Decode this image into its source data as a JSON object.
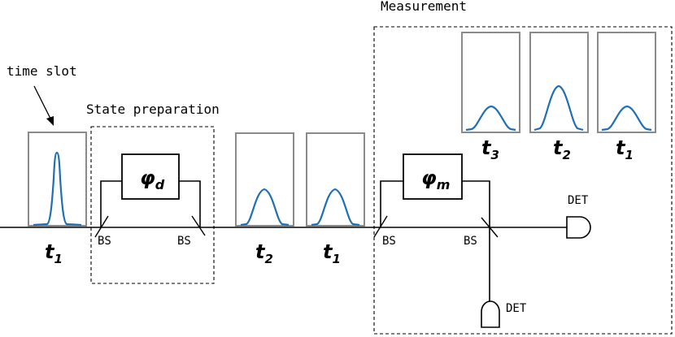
{
  "labels": {
    "time_slot": "time slot",
    "state_preparation": "State preparation",
    "measurement": "Measurement",
    "bs": "BS",
    "det": "DET"
  },
  "phase_shifters": {
    "preparation": {
      "base": "φ",
      "sub": "d"
    },
    "measurement": {
      "base": "φ",
      "sub": "m"
    }
  },
  "time_slots": {
    "main": [
      {
        "base": "t",
        "sub": "1"
      },
      {
        "base": "t",
        "sub": "2"
      },
      {
        "base": "t",
        "sub": "1"
      }
    ],
    "measurement": [
      {
        "base": "t",
        "sub": "3"
      },
      {
        "base": "t",
        "sub": "2"
      },
      {
        "base": "t",
        "sub": "1"
      }
    ]
  },
  "colors": {
    "pulse": "#1f6fb5",
    "slot_border": "#8a8a8a",
    "line": "#000000"
  }
}
